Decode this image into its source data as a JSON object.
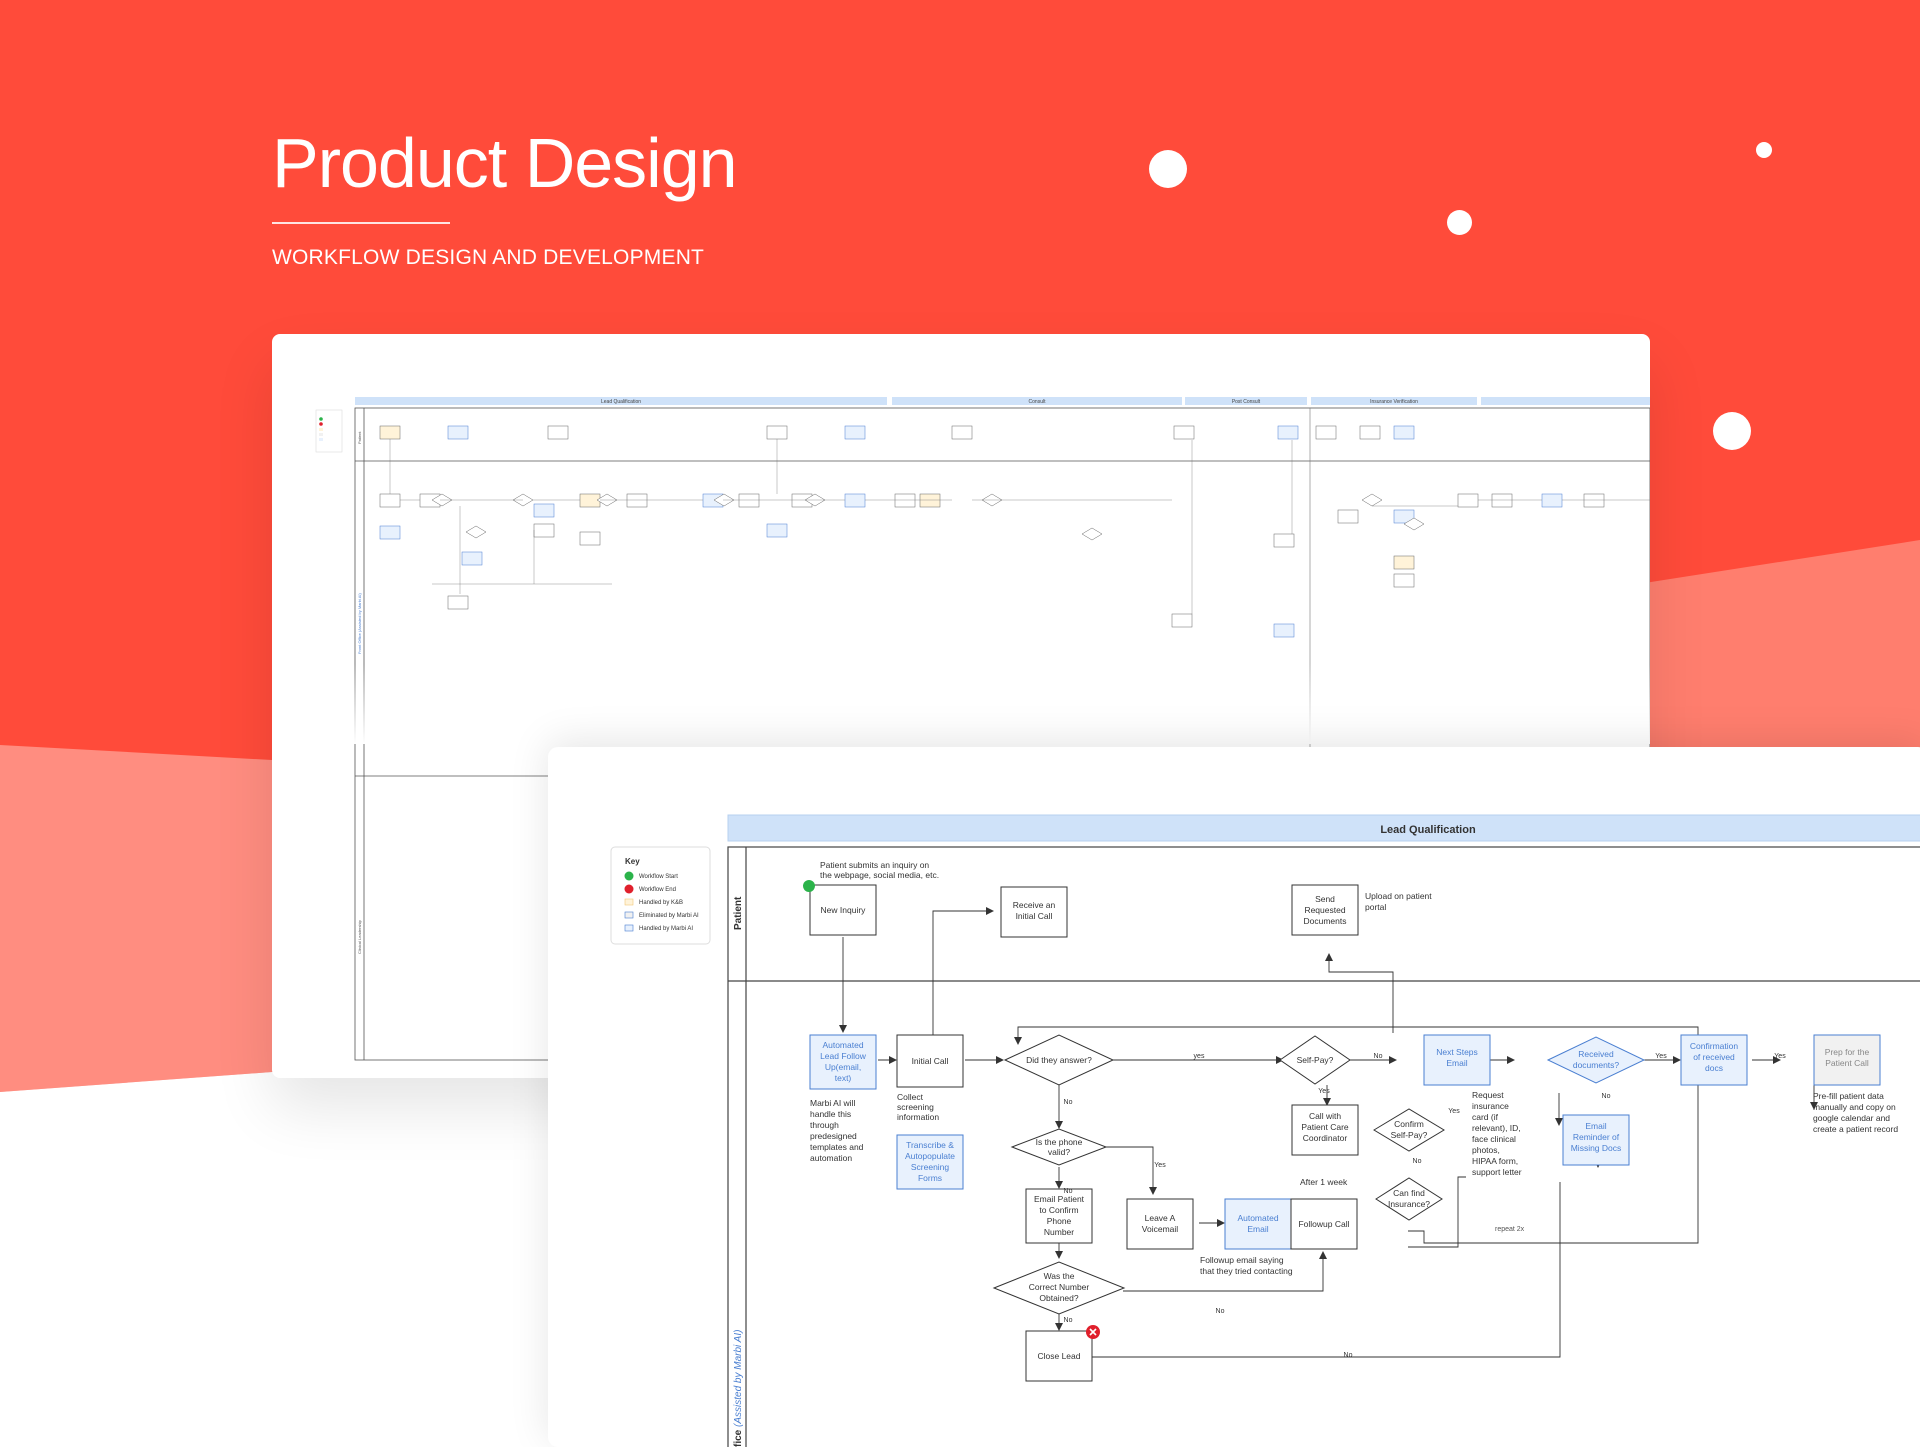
{
  "hero": {
    "title": "Product Design",
    "subtitle": "WORKFLOW DESIGN AND DEVELOPMENT"
  },
  "colors": {
    "brand_red": "#ff4b3a",
    "lane_header_fill": "#cfe2f9",
    "marbi_node_fill": "#e8f1fd",
    "marbi_node_stroke": "#4a7fd1",
    "start_green": "#2bb34a",
    "end_red": "#e0202c",
    "kb_fill": "#fff3d9",
    "eliminated_fill": "#f1f1f1"
  },
  "detail_diagram": {
    "phase_header": "Lead Qualification",
    "lane_patient": "Patient",
    "lane_office_prefix": "fice",
    "lane_office_assist": "(Assisted by Marbi AI)",
    "key": {
      "title": "Key",
      "items": [
        "Workflow Start",
        "Workflow End",
        "Handled by K&B",
        "Eliminated by Marbi AI",
        "Handled by Marbi AI"
      ]
    },
    "nodes": {
      "new_inquiry": "New Inquiry",
      "receive_call_1": "Receive an",
      "receive_call_2": "Initial Call",
      "send_docs_1": "Send",
      "send_docs_2": "Requested",
      "send_docs_3": "Documents",
      "auto_followup_1": "Automated",
      "auto_followup_2": "Lead Follow",
      "auto_followup_3": "Up(email,",
      "auto_followup_4": "text)",
      "initial_call": "Initial Call",
      "transcribe_1": "Transcribe &",
      "transcribe_2": "Autopopulate",
      "transcribe_3": "Screening",
      "transcribe_4": "Forms",
      "did_answer": "Did they answer?",
      "phone_valid_1": "Is the phone",
      "phone_valid_2": "valid?",
      "email_patient_1": "Email Patient",
      "email_patient_2": "to Confirm",
      "email_patient_3": "Phone",
      "email_patient_4": "Number",
      "correct_number_1": "Was the",
      "correct_number_2": "Correct Number",
      "correct_number_3": "Obtained?",
      "close_lead": "Close Lead",
      "leave_vm_1": "Leave A",
      "leave_vm_2": "Voicemail",
      "auto_email_1": "Automated",
      "auto_email_2": "Email",
      "followup_call": "Followup Call",
      "self_pay": "Self-Pay?",
      "call_pcc_1": "Call with",
      "call_pcc_2": "Patient Care",
      "call_pcc_3": "Coordinator",
      "confirm_self_1": "Confirm",
      "confirm_self_2": "Self-Pay?",
      "find_ins_1": "Can find",
      "find_ins_2": "Insurance?",
      "next_steps_1": "Next Steps",
      "next_steps_2": "Email",
      "received_docs_1": "Received",
      "received_docs_2": "documents?",
      "email_reminder_1": "Email",
      "email_reminder_2": "Reminder of",
      "email_reminder_3": "Missing Docs",
      "confirm_docs_1": "Confirmation",
      "confirm_docs_2": "of received",
      "confirm_docs_3": "docs",
      "prep_call_1": "Prep for the",
      "prep_call_2": "Patient Call"
    },
    "notes": {
      "patient_inquiry_1": "Patient submits an inquiry on",
      "patient_inquiry_2": "the webpage, social media, etc.",
      "upload_1": "Upload on patient",
      "upload_2": "portal",
      "marbi_1": "Marbi AI will",
      "marbi_2": "handle this",
      "marbi_3": "through",
      "marbi_4": "predesigned",
      "marbi_5": "templates and",
      "marbi_6": "automation",
      "collect_1": "Collect",
      "collect_2": "screening",
      "collect_3": "information",
      "after_week": "After 1 week",
      "followup_email_1": "Followup email saying",
      "followup_email_2": "that they tried contacting",
      "request_1": "Request",
      "request_2": "insurance",
      "request_3": "card (if",
      "request_4": "relevant), ID,",
      "request_5": "face clinical",
      "request_6": "photos,",
      "request_7": "HIPAA form,",
      "request_8": "support letter",
      "repeat": "repeat 2x",
      "prefill_1": "Pre-fill patient data",
      "prefill_2": "manually and copy on",
      "prefill_3": "google calendar and",
      "prefill_4": "create a patient record"
    },
    "edge_labels": {
      "yes": "yes",
      "Yes": "Yes",
      "No": "No",
      "no": "No"
    }
  },
  "overview_diagram": {
    "phases": [
      "Lead Qualification",
      "Consult",
      "Post Consult",
      "Insurance Verification"
    ],
    "lane_patient": "Patient",
    "lane_front_office": "Front Office (Assisted by Marbi AI)",
    "lane_clinical": "Clinical Leadership"
  }
}
